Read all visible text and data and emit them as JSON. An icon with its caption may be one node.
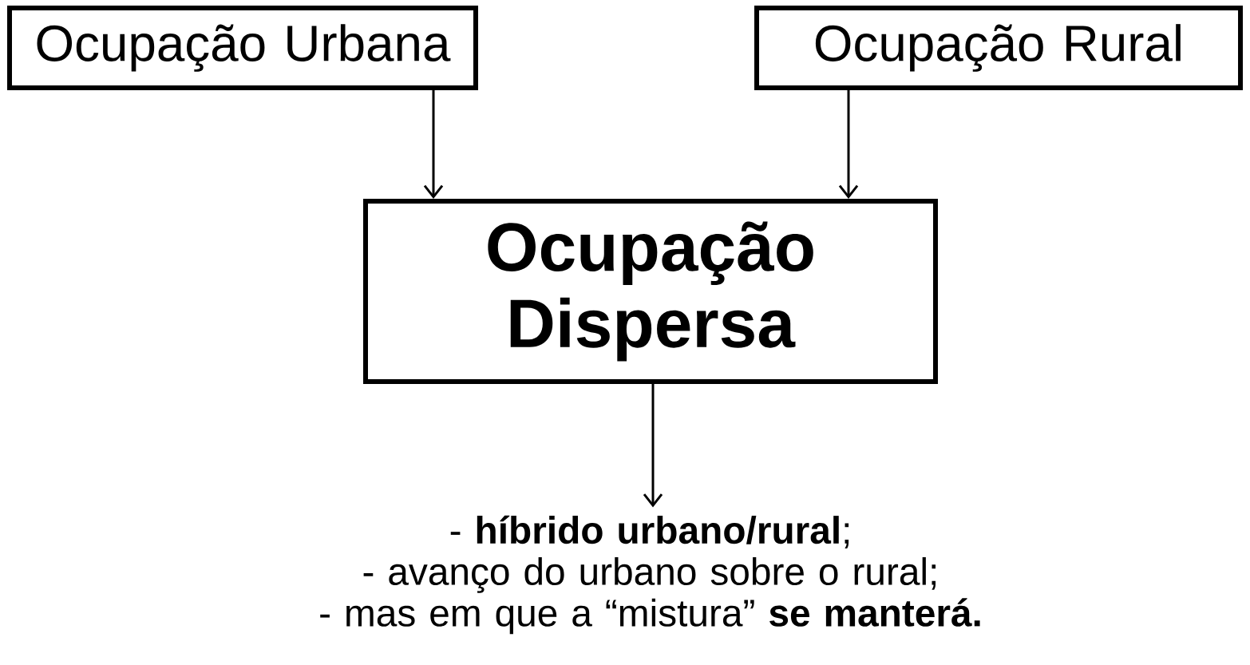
{
  "diagram": {
    "nodes": [
      {
        "text": [
          "Ocupação Urbana"
        ]
      },
      {
        "text": [
          "Ocupação Rural"
        ]
      },
      {
        "text": [
          "Ocupação Dispersa"
        ]
      },
      {
        "text": [
          "- **híbrido urbano/rural**;",
          "- avanço do urbano sobre o rural;",
          "- mas em que a “mistura” **se manterá.**"
        ]
      }
    ],
    "edges": [
      {
        "from": 0,
        "to": 2,
        "arrow": "to"
      },
      {
        "from": 1,
        "to": 2,
        "arrow": "to"
      },
      {
        "from": 2,
        "to": 3,
        "arrow": "to"
      }
    ]
  }
}
